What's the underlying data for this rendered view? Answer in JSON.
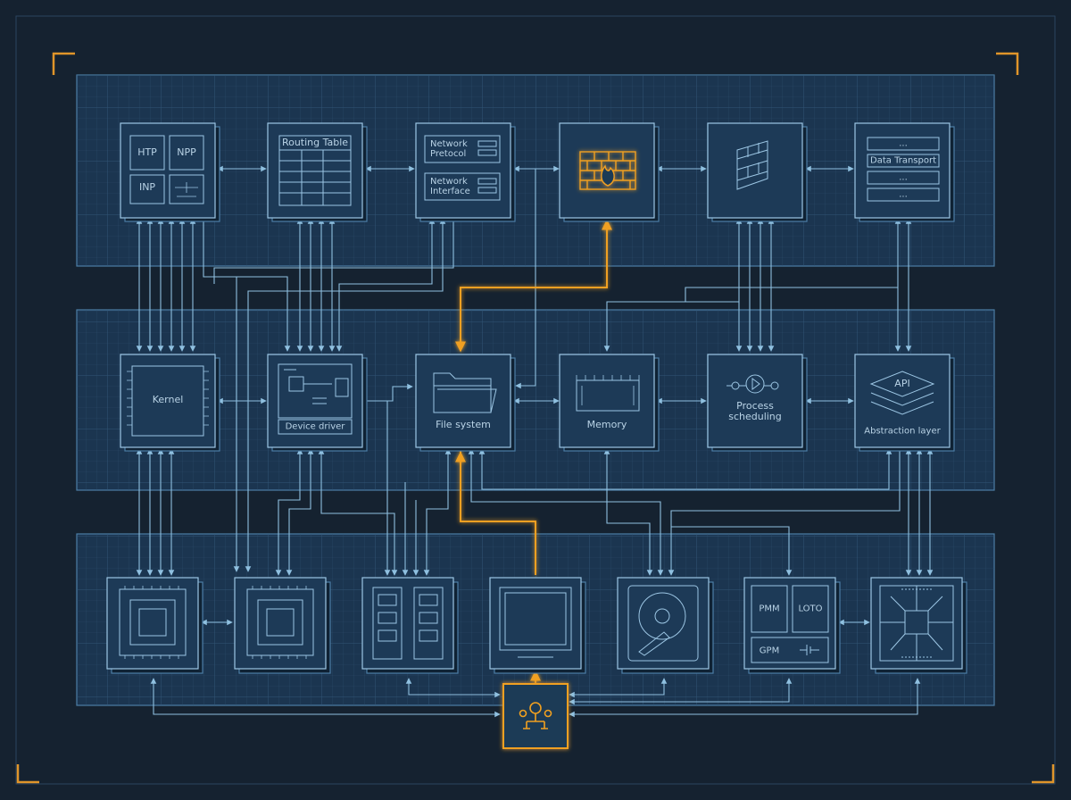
{
  "colors": {
    "background": "#152230",
    "panel": "#1b3550",
    "line": "#7fb3d8",
    "highlight": "#f0a020"
  },
  "layers": {
    "network": {
      "protocols_box": {
        "http": "HTP",
        "npp": "NPP",
        "inp": "INP"
      },
      "routing_table": "Routing Table",
      "net_stack": {
        "protocol": "Network\nPretocol",
        "interface": "Network\nInterface"
      },
      "firewall_icon": "fire-icon",
      "brick_wall_icon": "brick-wall-icon",
      "transport_stack": {
        "top": "...",
        "label": "Data Transport",
        "row3": "...",
        "row4": "..."
      }
    },
    "os": {
      "kernel": "Kernel",
      "device_driver": "Device driver",
      "file_system": "File system",
      "memory": "Memory",
      "process_scheduling": "Process\nscheduling",
      "api": "API",
      "abstraction_layer": "Abstraction layer"
    },
    "hardware": {
      "cpu_icon": "cpu-chip-icon",
      "gpu_icon": "gpu-chip-icon",
      "ram_icon": "ram-module-icon",
      "monitor_icon": "monitor-icon",
      "hdd_icon": "hard-disk-icon",
      "power_box": {
        "pmm": "PMM",
        "loto": "LOTO",
        "gpm": "GPM"
      },
      "board_icon": "circuit-board-icon",
      "bus_icon": "bus-hub-icon"
    }
  }
}
